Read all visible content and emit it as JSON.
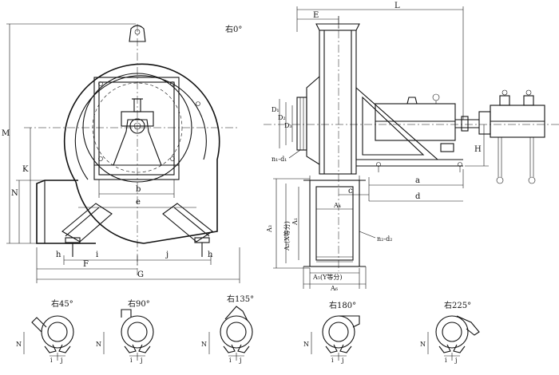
{
  "main_view": {
    "position_label": "右0°",
    "dims": {
      "M": "M",
      "K": "K",
      "N": "N",
      "b": "b",
      "e": "e",
      "h_left": "h",
      "h_right": "h",
      "i": "i",
      "j": "j",
      "F": "F",
      "G": "G"
    }
  },
  "side_view": {
    "dims": {
      "E": "E",
      "L": "L",
      "D1": "D₁",
      "D2": "D₂",
      "D3": "D₃",
      "n1d1": "n₁-d₁",
      "H": "H",
      "a": "a",
      "d": "d",
      "c": "c",
      "A3": "A₃",
      "A2": "A₂(X等分)",
      "A1": "A₁",
      "A4": "A₄",
      "n2d2": "n₂-d₂",
      "A5": "A₅(Y等分)",
      "A6": "A₆"
    }
  },
  "positions": [
    {
      "label": "右45°",
      "N": "N",
      "i": "i",
      "j": "j"
    },
    {
      "label": "右90°",
      "N": "N",
      "i": "i",
      "j": "j"
    },
    {
      "label": "右135°",
      "N": "N",
      "i": "i",
      "j": "j"
    },
    {
      "label": "右180°",
      "N": "N",
      "i": "i",
      "j": "j"
    },
    {
      "label": "右225°",
      "N": "N",
      "i": "i",
      "j": "j"
    }
  ]
}
